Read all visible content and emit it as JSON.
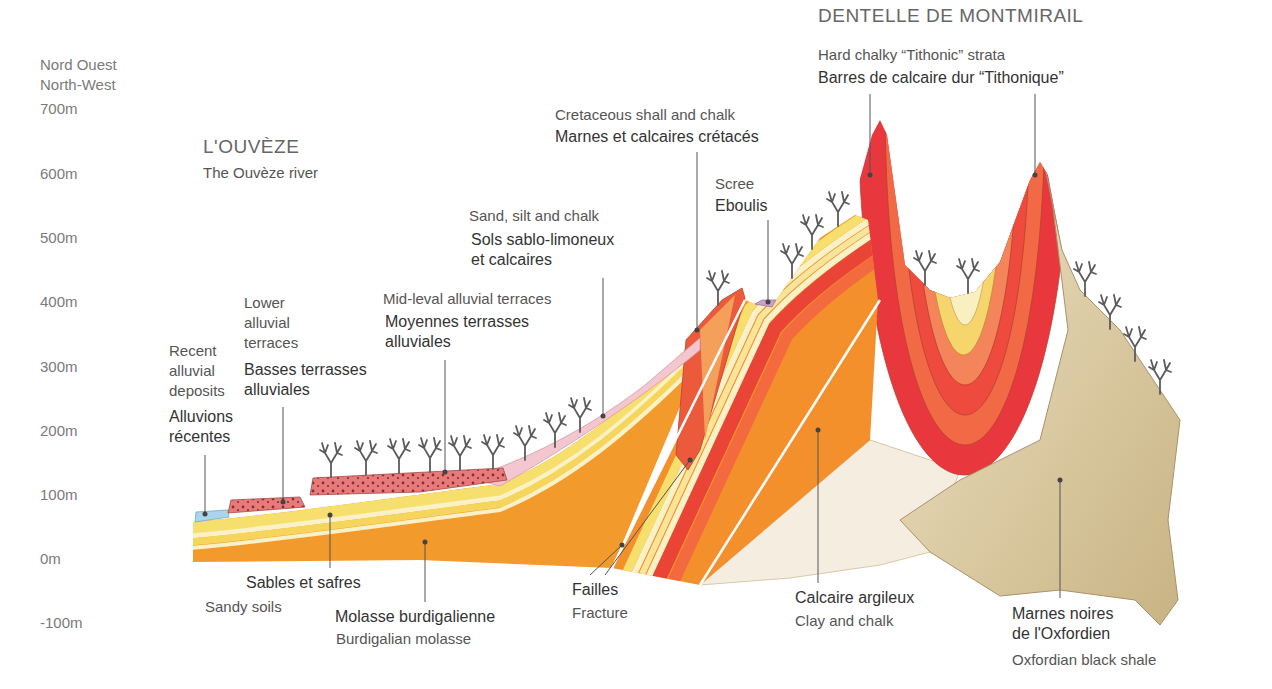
{
  "diagram": {
    "title": "DENTELLE DE MONTMIRAIL",
    "labels": [
      "Nord Ouest",
      "North-West",
      "700m",
      "600m",
      "500m",
      "400m",
      "300m",
      "200m",
      "100m",
      "0m",
      "-100m",
      "L'OUVÈZE",
      "The Ouvèze river",
      "Recent alluvial deposits",
      "Alluvions récentes",
      "Lower alluvial terraces",
      "Basses terrasses alluviales",
      "Mid-leval alluvial terraces",
      "Moyennes terrasses alluviales",
      "Sand, silt and chalk",
      "Sols sablo-limoneux et calcaires",
      "Cretaceous shall and chalk",
      "Marnes et calcaires crétacés",
      "Scree",
      "Eboulis",
      "Hard chalky “Tithonic” strata",
      "Barres de calcaire dur “Tithonique”",
      "Sables et safres",
      "Sandy soils",
      "Molasse burdigalienne",
      "Burdigalian molasse",
      "Failles",
      "Fracture",
      "Calcaire argileux",
      "Clay and chalk",
      "Marnes noires de l'Oxfordien",
      "Oxfordian black shale"
    ]
  }
}
